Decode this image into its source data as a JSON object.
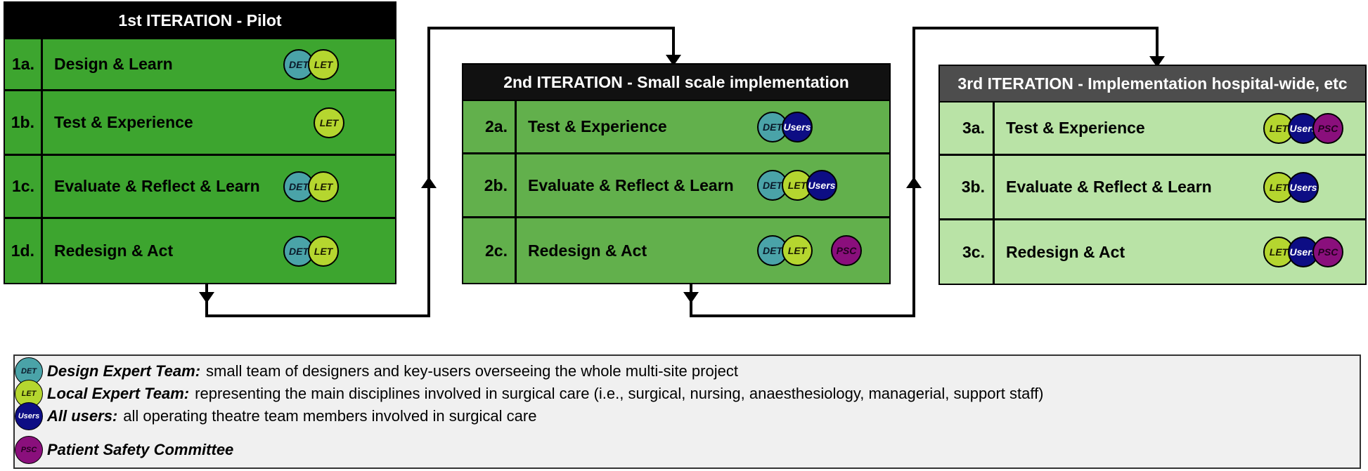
{
  "iterations": [
    {
      "title": "1st ITERATION - Pilot",
      "header_color": "#000000",
      "body_color": "#3da52f",
      "rows": [
        {
          "id": "1a.",
          "label": "Design & Learn",
          "badges": [
            "DET",
            "LET"
          ]
        },
        {
          "id": "1b.",
          "label": "Test & Experience",
          "badges": [
            "LET"
          ]
        },
        {
          "id": "1c.",
          "label": "Evaluate & Reflect & Learn",
          "badges": [
            "DET",
            "LET"
          ]
        },
        {
          "id": "1d.",
          "label": "Redesign & Act",
          "badges": [
            "DET",
            "LET"
          ]
        }
      ]
    },
    {
      "title": "2nd ITERATION - Small scale implementation",
      "header_color": "#111111",
      "body_color": "#62b04c",
      "rows": [
        {
          "id": "2a.",
          "label": "Test & Experience",
          "badges": [
            "DET",
            "Users"
          ]
        },
        {
          "id": "2b.",
          "label": "Evaluate & Reflect & Learn",
          "badges": [
            "DET",
            "LET",
            "Users"
          ]
        },
        {
          "id": "2c.",
          "label": "Redesign & Act",
          "badges": [
            "DET",
            "LET",
            "PSC"
          ]
        }
      ]
    },
    {
      "title": "3rd ITERATION - Implementation hospital-wide, etc",
      "header_color": "#4d4d4d",
      "body_color": "#b9e3a6",
      "rows": [
        {
          "id": "3a.",
          "label": "Test & Experience",
          "badges": [
            "LET",
            "Users",
            "PSC"
          ]
        },
        {
          "id": "3b.",
          "label": "Evaluate & Reflect & Learn",
          "badges": [
            "LET",
            "Users"
          ]
        },
        {
          "id": "3c.",
          "label": "Redesign & Act",
          "badges": [
            "LET",
            "Users",
            "PSC"
          ]
        }
      ]
    }
  ],
  "badge_colors": {
    "DET": "#4aa3a8",
    "LET": "#b5d62f",
    "Users": "#0d0d84",
    "PSC": "#8a0f7c"
  },
  "legend": [
    {
      "badge": "DET",
      "term": "Design Expert Team:",
      "description": "small team of designers and key-users overseeing the whole multi-site project"
    },
    {
      "badge": "LET",
      "term": "Local Expert Team:",
      "description": "representing the main disciplines involved in surgical care (i.e., surgical, nursing, anaesthesiology, managerial, support staff)"
    },
    {
      "badge": "Users",
      "term": "All users:",
      "description": "all operating theatre team members involved in surgical care"
    },
    {
      "badge": "PSC",
      "term": "Patient Safety Committee",
      "description": ""
    }
  ]
}
